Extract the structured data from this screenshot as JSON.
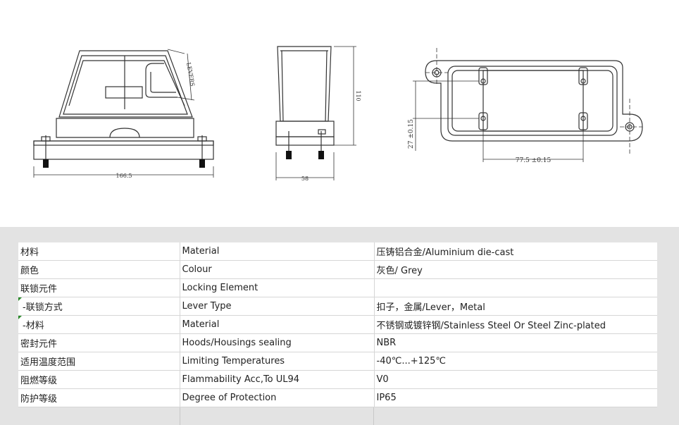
{
  "drawing": {
    "front_width": "166.5",
    "side_width": "58",
    "side_height": "110",
    "lever_label": "LEVERS",
    "bottom_hole_pitch": "77.5 ±0.15",
    "bottom_hole_height": "27 ±0.15"
  },
  "spec_table": {
    "rows": [
      {
        "cn": "材料",
        "en": "Material",
        "value": "压铸铝合金/Aluminium die-cast",
        "sub": false
      },
      {
        "cn": "颜色",
        "en": "Colour",
        "value": "灰色/ Grey",
        "sub": false
      },
      {
        "cn": "联锁元件",
        "en": "Locking Element",
        "value": "",
        "sub": false
      },
      {
        "cn": " -联锁方式",
        "en": "Lever Type",
        "value": "扣子，金属/Lever，Metal",
        "sub": true
      },
      {
        "cn": " -材料",
        "en": "Material",
        "value": "不锈钢或镀锌钢/Stainless Steel Or Steel Zinc-plated",
        "sub": true
      },
      {
        "cn": "密封元件",
        "en": "Hoods/Housings sealing",
        "value": "NBR",
        "sub": false
      },
      {
        "cn": "适用温度范围",
        "en": "Limiting Temperatures",
        "value": "-40℃...+125℃",
        "sub": false
      },
      {
        "cn": "阻燃等级",
        "en": "Flammability Acc,To UL94",
        "value": "V0",
        "sub": false
      },
      {
        "cn": "防护等级",
        "en": "Degree of Protection",
        "value": "IP65",
        "sub": false
      }
    ]
  }
}
